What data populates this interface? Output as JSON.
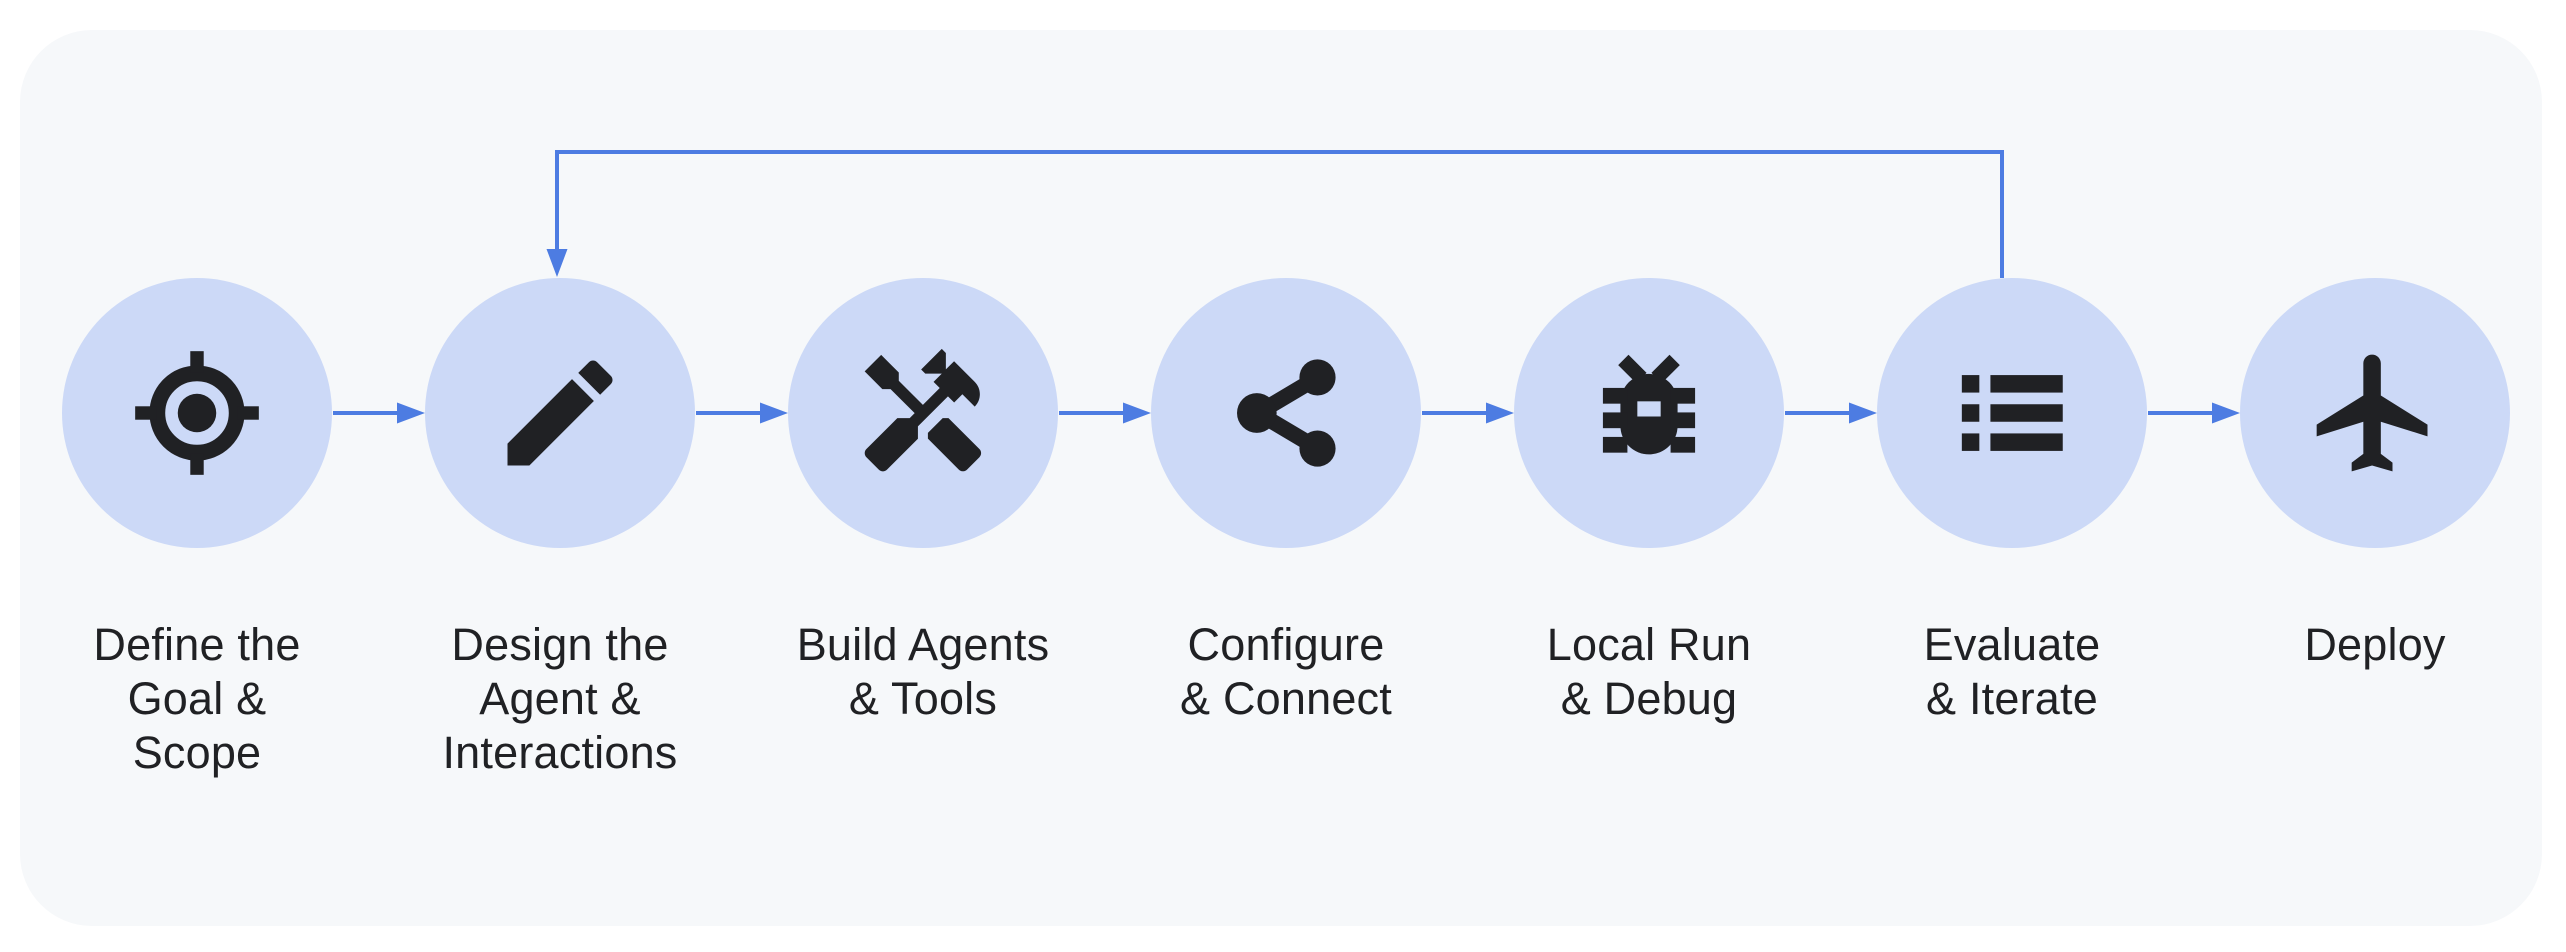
{
  "diagram": {
    "kind": "agent-development-workflow-flowchart",
    "nodes": [
      {
        "id": "define-goal-scope",
        "label": "Define the\nGoal &\nScope",
        "icon": "target-icon"
      },
      {
        "id": "design-agent-interactions",
        "label": "Design the\nAgent &\nInteractions",
        "icon": "pencil-icon"
      },
      {
        "id": "build-agents-tools",
        "label": "Build Agents\n& Tools",
        "icon": "tools-icon"
      },
      {
        "id": "configure-connect",
        "label": "Configure\n& Connect",
        "icon": "share-icon"
      },
      {
        "id": "local-run-debug",
        "label": "Local Run\n& Debug",
        "icon": "bug-icon"
      },
      {
        "id": "evaluate-iterate",
        "label": "Evaluate\n& Iterate",
        "icon": "list-icon"
      },
      {
        "id": "deploy",
        "label": "Deploy",
        "icon": "airplane-icon"
      }
    ],
    "edges": [
      {
        "from": "define-goal-scope",
        "to": "design-agent-interactions",
        "type": "forward"
      },
      {
        "from": "design-agent-interactions",
        "to": "build-agents-tools",
        "type": "forward"
      },
      {
        "from": "build-agents-tools",
        "to": "configure-connect",
        "type": "forward"
      },
      {
        "from": "configure-connect",
        "to": "local-run-debug",
        "type": "forward"
      },
      {
        "from": "local-run-debug",
        "to": "evaluate-iterate",
        "type": "forward"
      },
      {
        "from": "evaluate-iterate",
        "to": "deploy",
        "type": "forward"
      },
      {
        "from": "evaluate-iterate",
        "to": "design-agent-interactions",
        "type": "feedback-loop"
      }
    ],
    "colors": {
      "page_background": "#ffffff",
      "panel_background": "#f6f8fa",
      "node_fill": "#ccd9f7",
      "icon": "#202124",
      "arrow": "#4d7ce2",
      "label_text": "#202124"
    }
  }
}
